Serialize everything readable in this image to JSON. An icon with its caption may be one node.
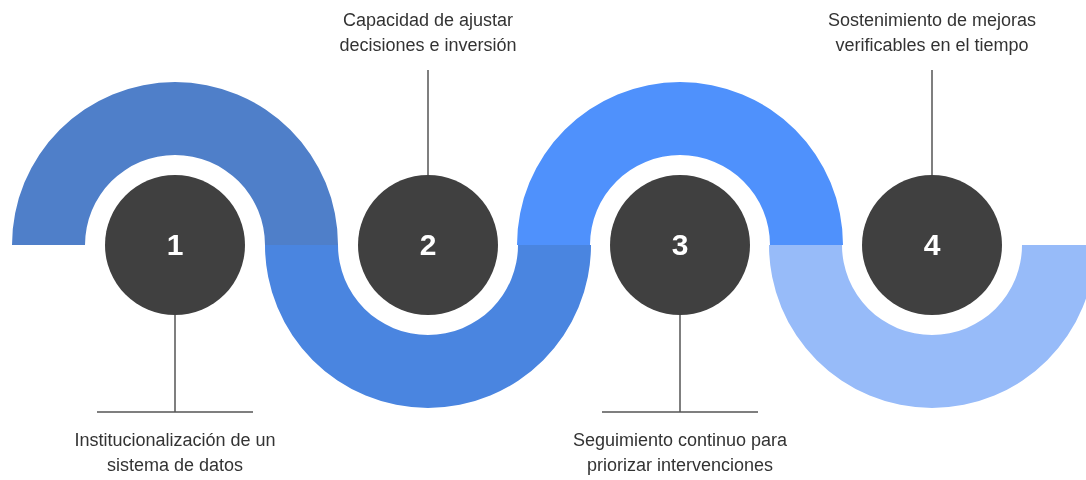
{
  "diagram": {
    "nodes": [
      {
        "text": [
          "1"
        ]
      },
      {
        "text": [
          "2"
        ]
      },
      {
        "text": [
          "3"
        ]
      },
      {
        "text": [
          "4"
        ]
      },
      {
        "text": [
          "Institucionalización de un sistema de datos"
        ]
      },
      {
        "text": [
          "Capacidad de ajustar decisiones e inversión"
        ]
      },
      {
        "text": [
          "Seguimiento continuo para priorizar intervenciones"
        ]
      },
      {
        "text": [
          "Sostenimiento de mejoras verificables en el tiempo"
        ]
      }
    ],
    "edges": [
      {
        "from": 4,
        "to": 0,
        "arrow": "none"
      },
      {
        "from": 5,
        "to": 1,
        "arrow": "none"
      },
      {
        "from": 6,
        "to": 2,
        "arrow": "none"
      },
      {
        "from": 7,
        "to": 3,
        "arrow": "none"
      }
    ]
  }
}
